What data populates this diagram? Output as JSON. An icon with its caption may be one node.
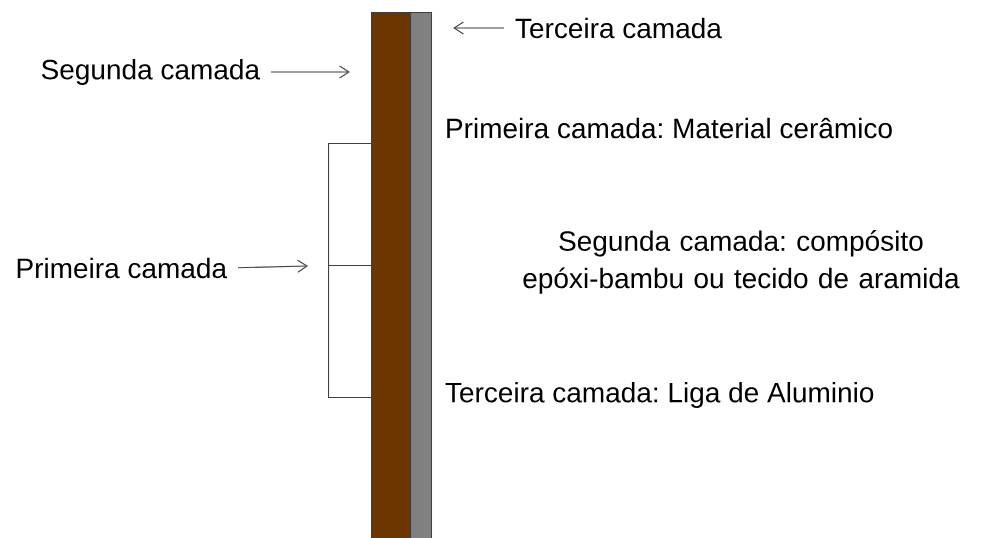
{
  "diagram": {
    "nodes": [
      {
        "text": [
          "Terceira camada"
        ]
      },
      {
        "text": [
          "Segunda camada"
        ]
      },
      {
        "text": [
          "Primeira camada"
        ]
      },
      {
        "text": [],
        "shape": "bar"
      },
      {
        "text": [],
        "shape": "bar"
      },
      {
        "text": [],
        "shape": "box"
      },
      {
        "text": [],
        "shape": "box"
      }
    ],
    "edges": [
      {
        "from": 0,
        "to": 4,
        "arrow": "to"
      },
      {
        "from": 1,
        "to": 3,
        "arrow": "to"
      },
      {
        "from": 2,
        "to": 5,
        "arrow": "to"
      },
      {
        "from": 2,
        "to": 6,
        "arrow": "to"
      }
    ],
    "labels": [
      "Primeira camada: Material cerâmico",
      "Segunda camada: compósito epóxi-bambu ou tecido de aramida",
      "Terceira camada: Liga de Aluminio"
    ]
  }
}
